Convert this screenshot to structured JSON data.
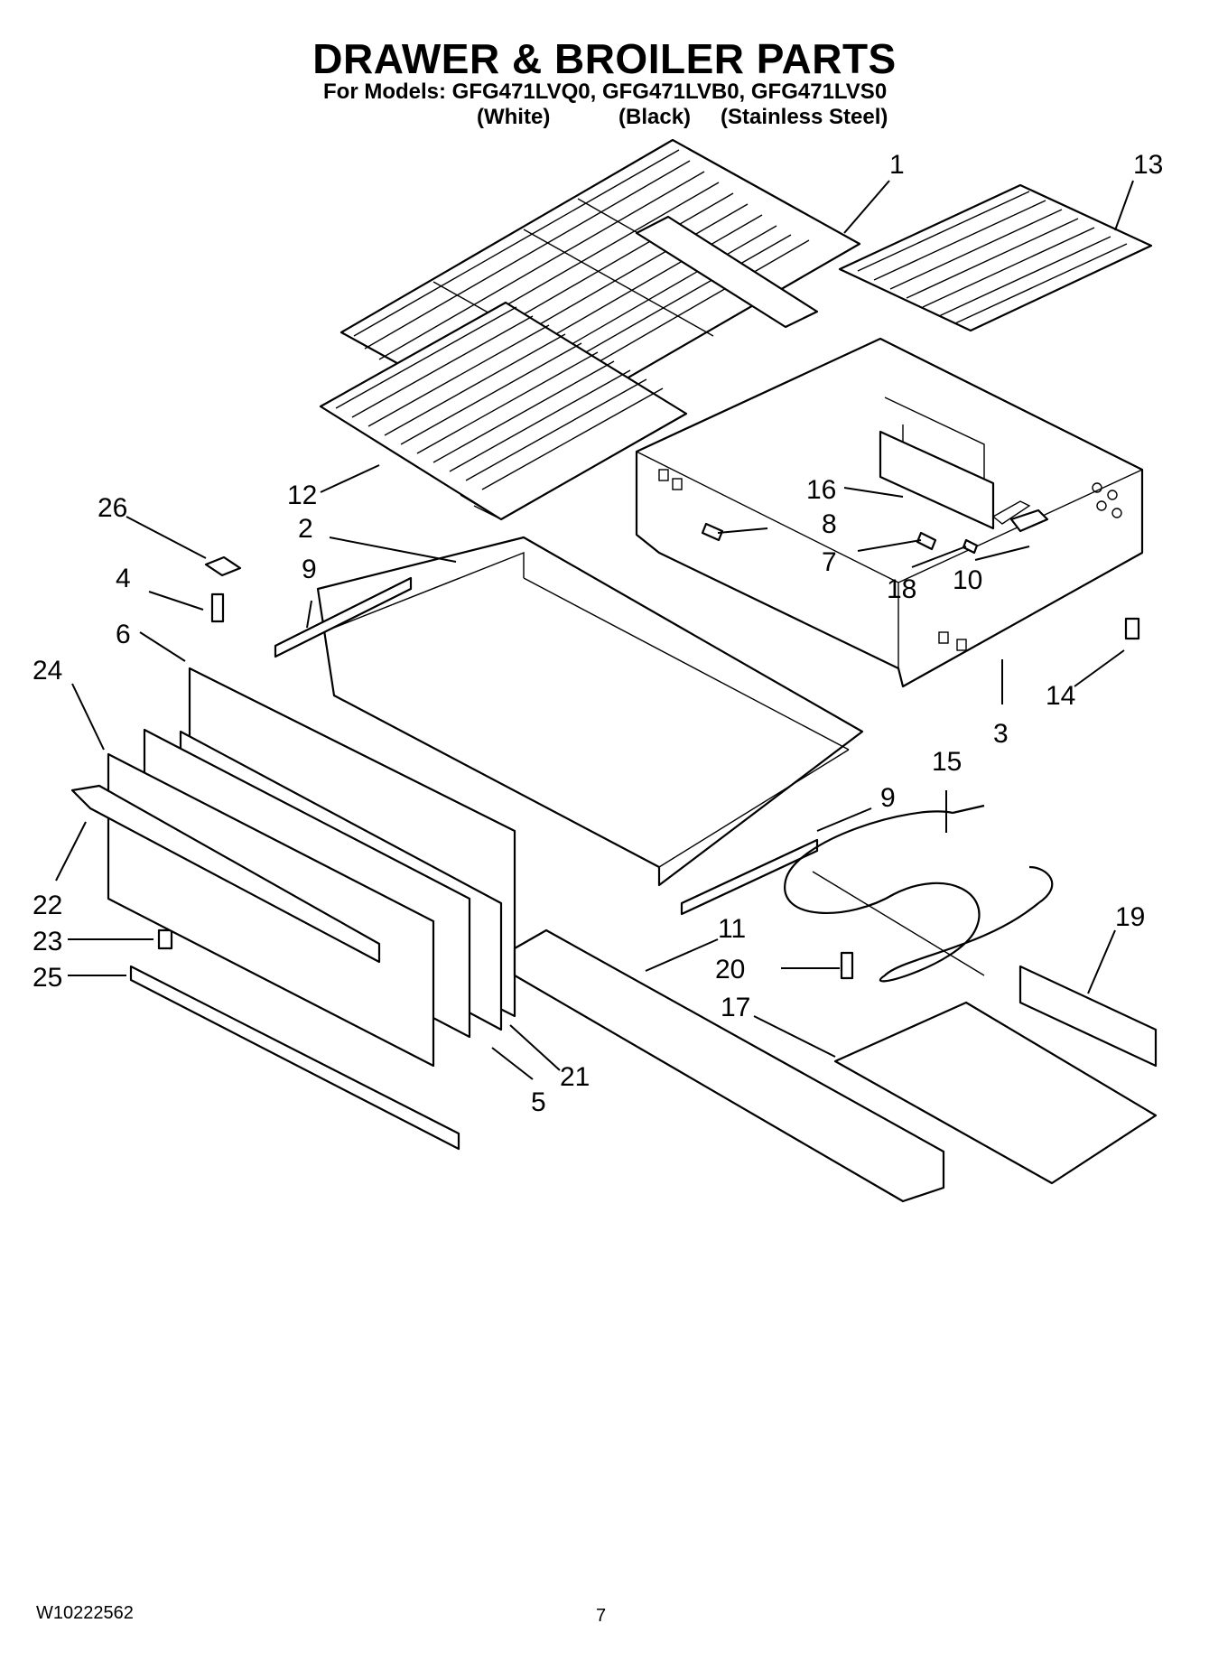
{
  "header": {
    "title": "DRAWER & BROILER PARTS",
    "models_line": "For Models: GFG471LVQ0, GFG471LVB0, GFG471LVS0",
    "variants": [
      "(White)",
      "(Black)",
      "(Stainless Steel)"
    ]
  },
  "callouts": {
    "c1": "1",
    "c2": "2",
    "c3": "3",
    "c4": "4",
    "c5": "5",
    "c6": "6",
    "c7": "7",
    "c8": "8",
    "c9a": "9",
    "c9b": "9",
    "c10": "10",
    "c11": "11",
    "c12": "12",
    "c13": "13",
    "c14": "14",
    "c15": "15",
    "c16": "16",
    "c17": "17",
    "c18": "18",
    "c19": "19",
    "c20": "20",
    "c21": "21",
    "c22": "22",
    "c23": "23",
    "c24": "24",
    "c25": "25",
    "c26": "26"
  },
  "footer": {
    "doc_number": "W10222562",
    "page_number": "7"
  }
}
